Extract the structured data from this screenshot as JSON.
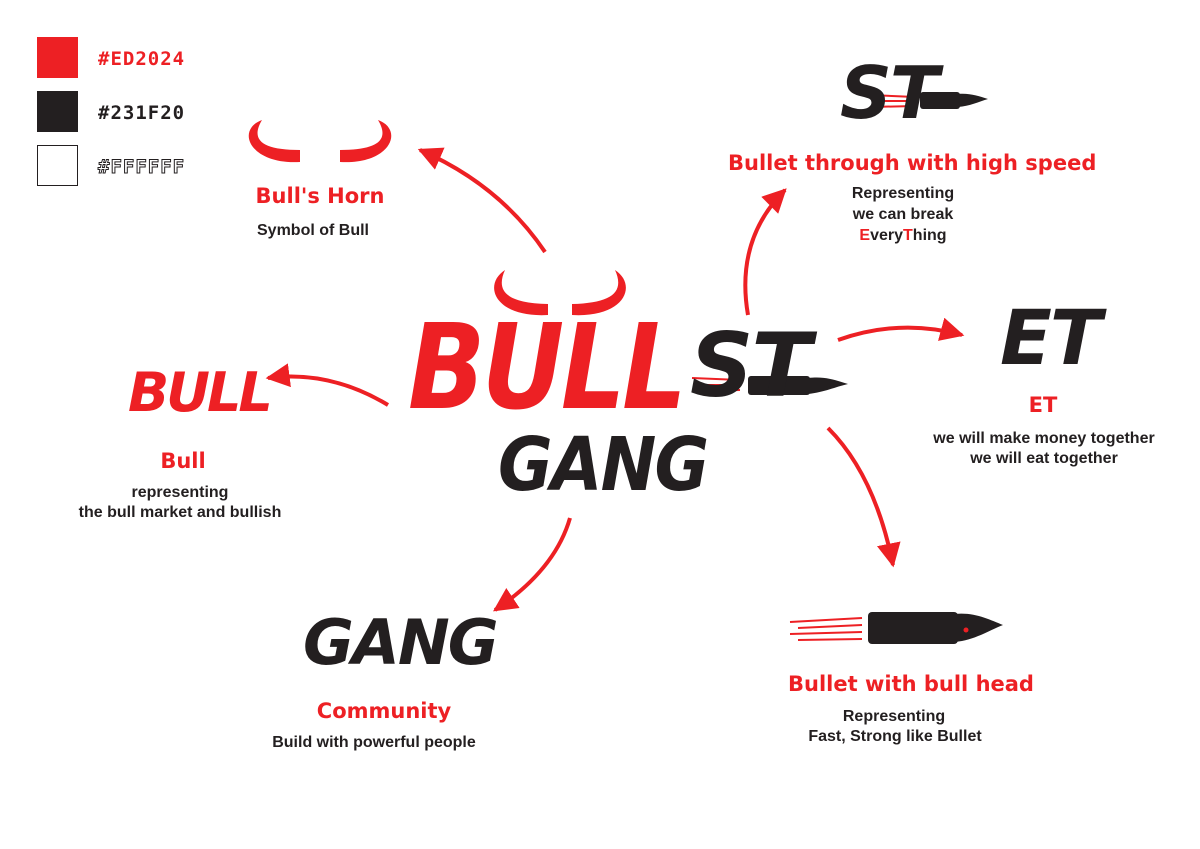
{
  "palette": [
    {
      "hex": "#ED2024",
      "label": "#ED2024"
    },
    {
      "hex": "#231F20",
      "label": "#231F20"
    },
    {
      "hex": "#FFFFFF",
      "label": "#FFFFFF"
    }
  ],
  "logo": {
    "word_bull": "BULL",
    "word_st": "ST",
    "word_gang": "GANG"
  },
  "nodes": {
    "horn": {
      "title": "Bull's Horn",
      "desc": "Symbol of Bull"
    },
    "bull": {
      "mark": "BULL",
      "title": "Bull",
      "desc_line1": "representing",
      "desc_line2": "the bull market and bullish"
    },
    "gang": {
      "mark": "GANG",
      "title": "Community",
      "desc": "Build with powerful people"
    },
    "st": {
      "mark": "ST",
      "title": "Bullet through with high speed",
      "desc_line1": "Representing",
      "desc_line2": "we can break",
      "desc_e": "E",
      "desc_very": "very",
      "desc_t": "T",
      "desc_hing": "hing"
    },
    "et": {
      "mark": "ET",
      "title": "ET",
      "desc_line1": "we will make money together",
      "desc_line2": "we will eat together"
    },
    "bullet": {
      "title": "Bullet with bull head",
      "desc_line1": "Representing",
      "desc_line2": "Fast, Strong like Bullet"
    }
  },
  "colors": {
    "accent": "#ED2024",
    "dark": "#231F20",
    "white": "#FFFFFF"
  }
}
